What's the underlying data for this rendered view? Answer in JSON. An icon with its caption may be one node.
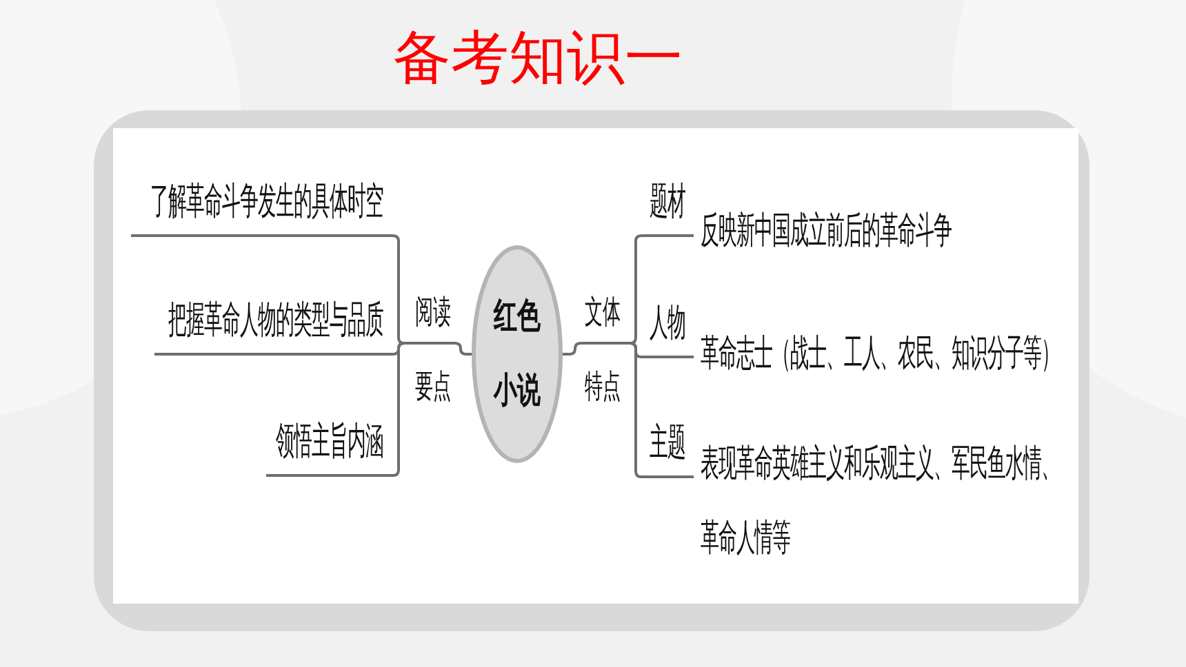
{
  "diagram": {
    "title": "备考知识一",
    "nodes": [
      {
        "text": [
          "红色小说"
        ]
      },
      {
        "text": [
          "阅读要点"
        ]
      },
      {
        "text": [
          "了解革命斗争发生的具体时空"
        ]
      },
      {
        "text": [
          "把握革命人物的类型与品质"
        ]
      },
      {
        "text": [
          "领悟主旨内涵"
        ]
      },
      {
        "text": [
          "文体特点"
        ]
      },
      {
        "text": [
          "题材"
        ],
        "beside": [
          "反映新中国成立前后的革命斗争"
        ]
      },
      {
        "text": [
          "人物"
        ],
        "beside": [
          "革命志士（战士、工人、农民、知识分子等）"
        ]
      },
      {
        "text": [
          "主题"
        ],
        "beside": [
          "表现革命英雄主义和乐观主义、军民鱼水情、革命人情等"
        ]
      }
    ],
    "edges": [
      {
        "from": 0,
        "to": 1,
        "arrow": "none"
      },
      {
        "from": 1,
        "to": 2,
        "arrow": "none"
      },
      {
        "from": 1,
        "to": 3,
        "arrow": "none"
      },
      {
        "from": 1,
        "to": 4,
        "arrow": "none"
      },
      {
        "from": 0,
        "to": 5,
        "arrow": "none"
      },
      {
        "from": 5,
        "to": 6,
        "arrow": "none"
      },
      {
        "from": 5,
        "to": 7,
        "arrow": "none"
      },
      {
        "from": 5,
        "to": 8,
        "arrow": "none"
      }
    ]
  }
}
